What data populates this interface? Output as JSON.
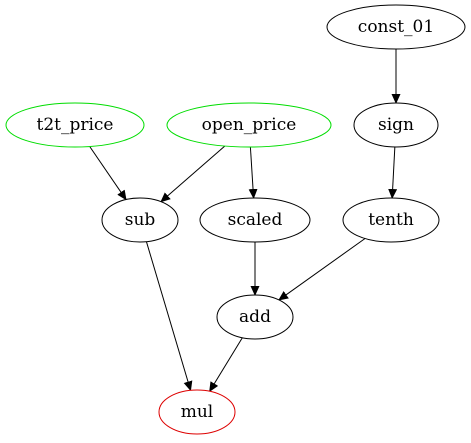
{
  "graph": {
    "nodes": [
      {
        "id": "const_01",
        "label": "const_01",
        "border_color": "#000000"
      },
      {
        "id": "t2t_price",
        "label": "t2t_price",
        "border_color": "#00dd00"
      },
      {
        "id": "open_price",
        "label": "open_price",
        "border_color": "#00dd00"
      },
      {
        "id": "sign",
        "label": "sign",
        "border_color": "#000000"
      },
      {
        "id": "sub",
        "label": "sub",
        "border_color": "#000000"
      },
      {
        "id": "scaled",
        "label": "scaled",
        "border_color": "#000000"
      },
      {
        "id": "tenth",
        "label": "tenth",
        "border_color": "#000000"
      },
      {
        "id": "add",
        "label": "add",
        "border_color": "#000000"
      },
      {
        "id": "mul",
        "label": "mul",
        "border_color": "#dd0000"
      }
    ],
    "edges": [
      {
        "from": "const_01",
        "to": "sign"
      },
      {
        "from": "t2t_price",
        "to": "sub"
      },
      {
        "from": "open_price",
        "to": "sub"
      },
      {
        "from": "open_price",
        "to": "scaled"
      },
      {
        "from": "sign",
        "to": "tenth"
      },
      {
        "from": "scaled",
        "to": "add"
      },
      {
        "from": "tenth",
        "to": "add"
      },
      {
        "from": "sub",
        "to": "mul"
      },
      {
        "from": "add",
        "to": "mul"
      }
    ]
  }
}
